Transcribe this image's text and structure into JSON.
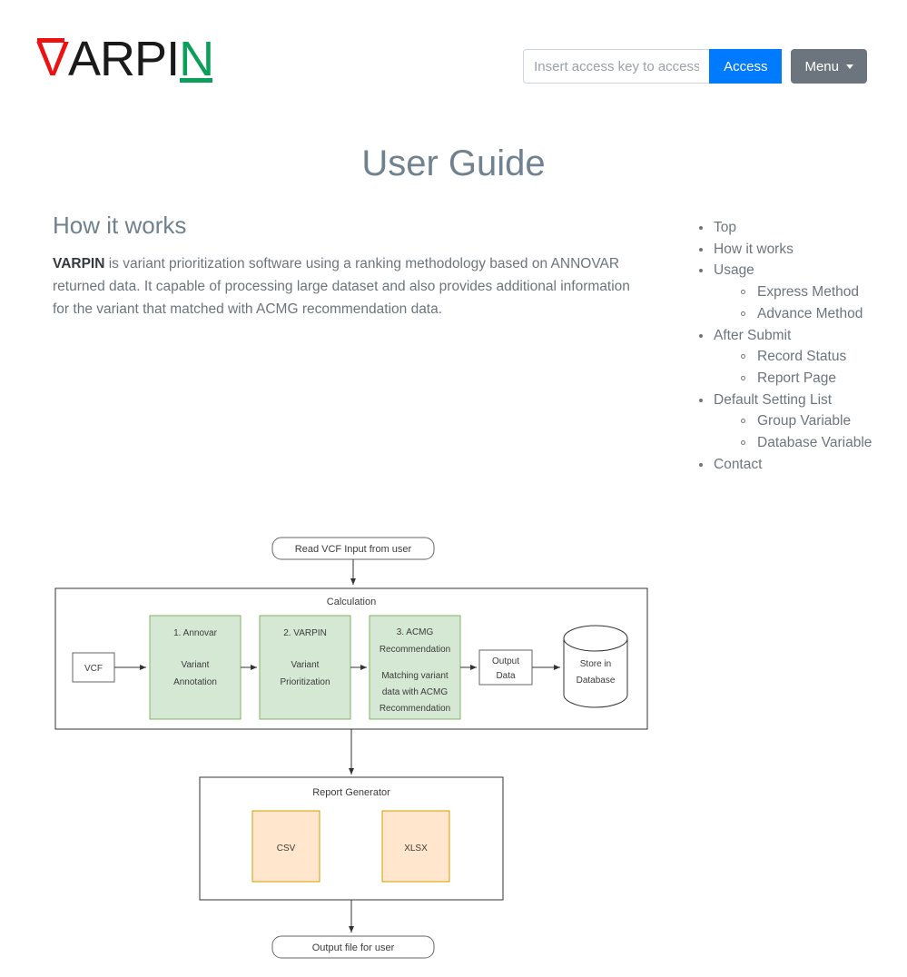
{
  "header": {
    "logo": {
      "part1": "V",
      "part2": "ARPI",
      "part3": "N"
    },
    "access_input_placeholder": "Insert access key to access",
    "access_input_value": "",
    "access_button": "Access",
    "menu_button": "Menu"
  },
  "page": {
    "title": "User Guide",
    "section_title": "How it works",
    "intro_bold": "VARPIN",
    "intro_text": " is variant prioritization software using a ranking methodology based on ANNOVAR returned data. It capable of processing large dataset and also provides additional information for the variant that matched with ACMG recommendation data."
  },
  "toc": {
    "items": [
      {
        "label": "Top",
        "children": []
      },
      {
        "label": "How it works",
        "children": []
      },
      {
        "label": "Usage",
        "children": [
          "Express Method",
          "Advance Method"
        ]
      },
      {
        "label": "After Submit",
        "children": [
          "Record Status",
          "Report Page"
        ]
      },
      {
        "label": "Default Setting List",
        "children": [
          "Group Variable",
          "Database Variable"
        ]
      },
      {
        "label": "Contact",
        "children": []
      }
    ]
  },
  "diagram": {
    "input_box": "Read VCF Input from user",
    "calculation_label": "Calculation",
    "vcf_box": "VCF",
    "step1_title": "1. Annovar",
    "step1_line1": "Variant",
    "step1_line2": "Annotation",
    "step2_title": "2. VARPIN",
    "step2_line1": "Variant",
    "step2_line2": "Prioritization",
    "step3_title_line1": "3. ACMG",
    "step3_title_line2": "Recommendation",
    "step3_body_line1": "Matching variant",
    "step3_body_line2": "data with ACMG",
    "step3_body_line3": "Recommendation",
    "output_box_line1": "Output",
    "output_box_line2": "Data",
    "database_line1": "Store in",
    "database_line2": "Database",
    "report_generator_label": "Report Generator",
    "csv_box": "CSV",
    "xlsx_box": "XLSX",
    "final_box": "Output file for user"
  },
  "colors": {
    "accent_blue": "#007bff",
    "secondary_gray": "#6c757d",
    "logo_red": "#ee1111",
    "logo_green": "#0aa05a",
    "step_fill": "#d5e8d4",
    "step_stroke": "#82b366",
    "report_fill": "#ffe6cc",
    "report_stroke": "#d79b00",
    "title_color": "#70818f"
  }
}
